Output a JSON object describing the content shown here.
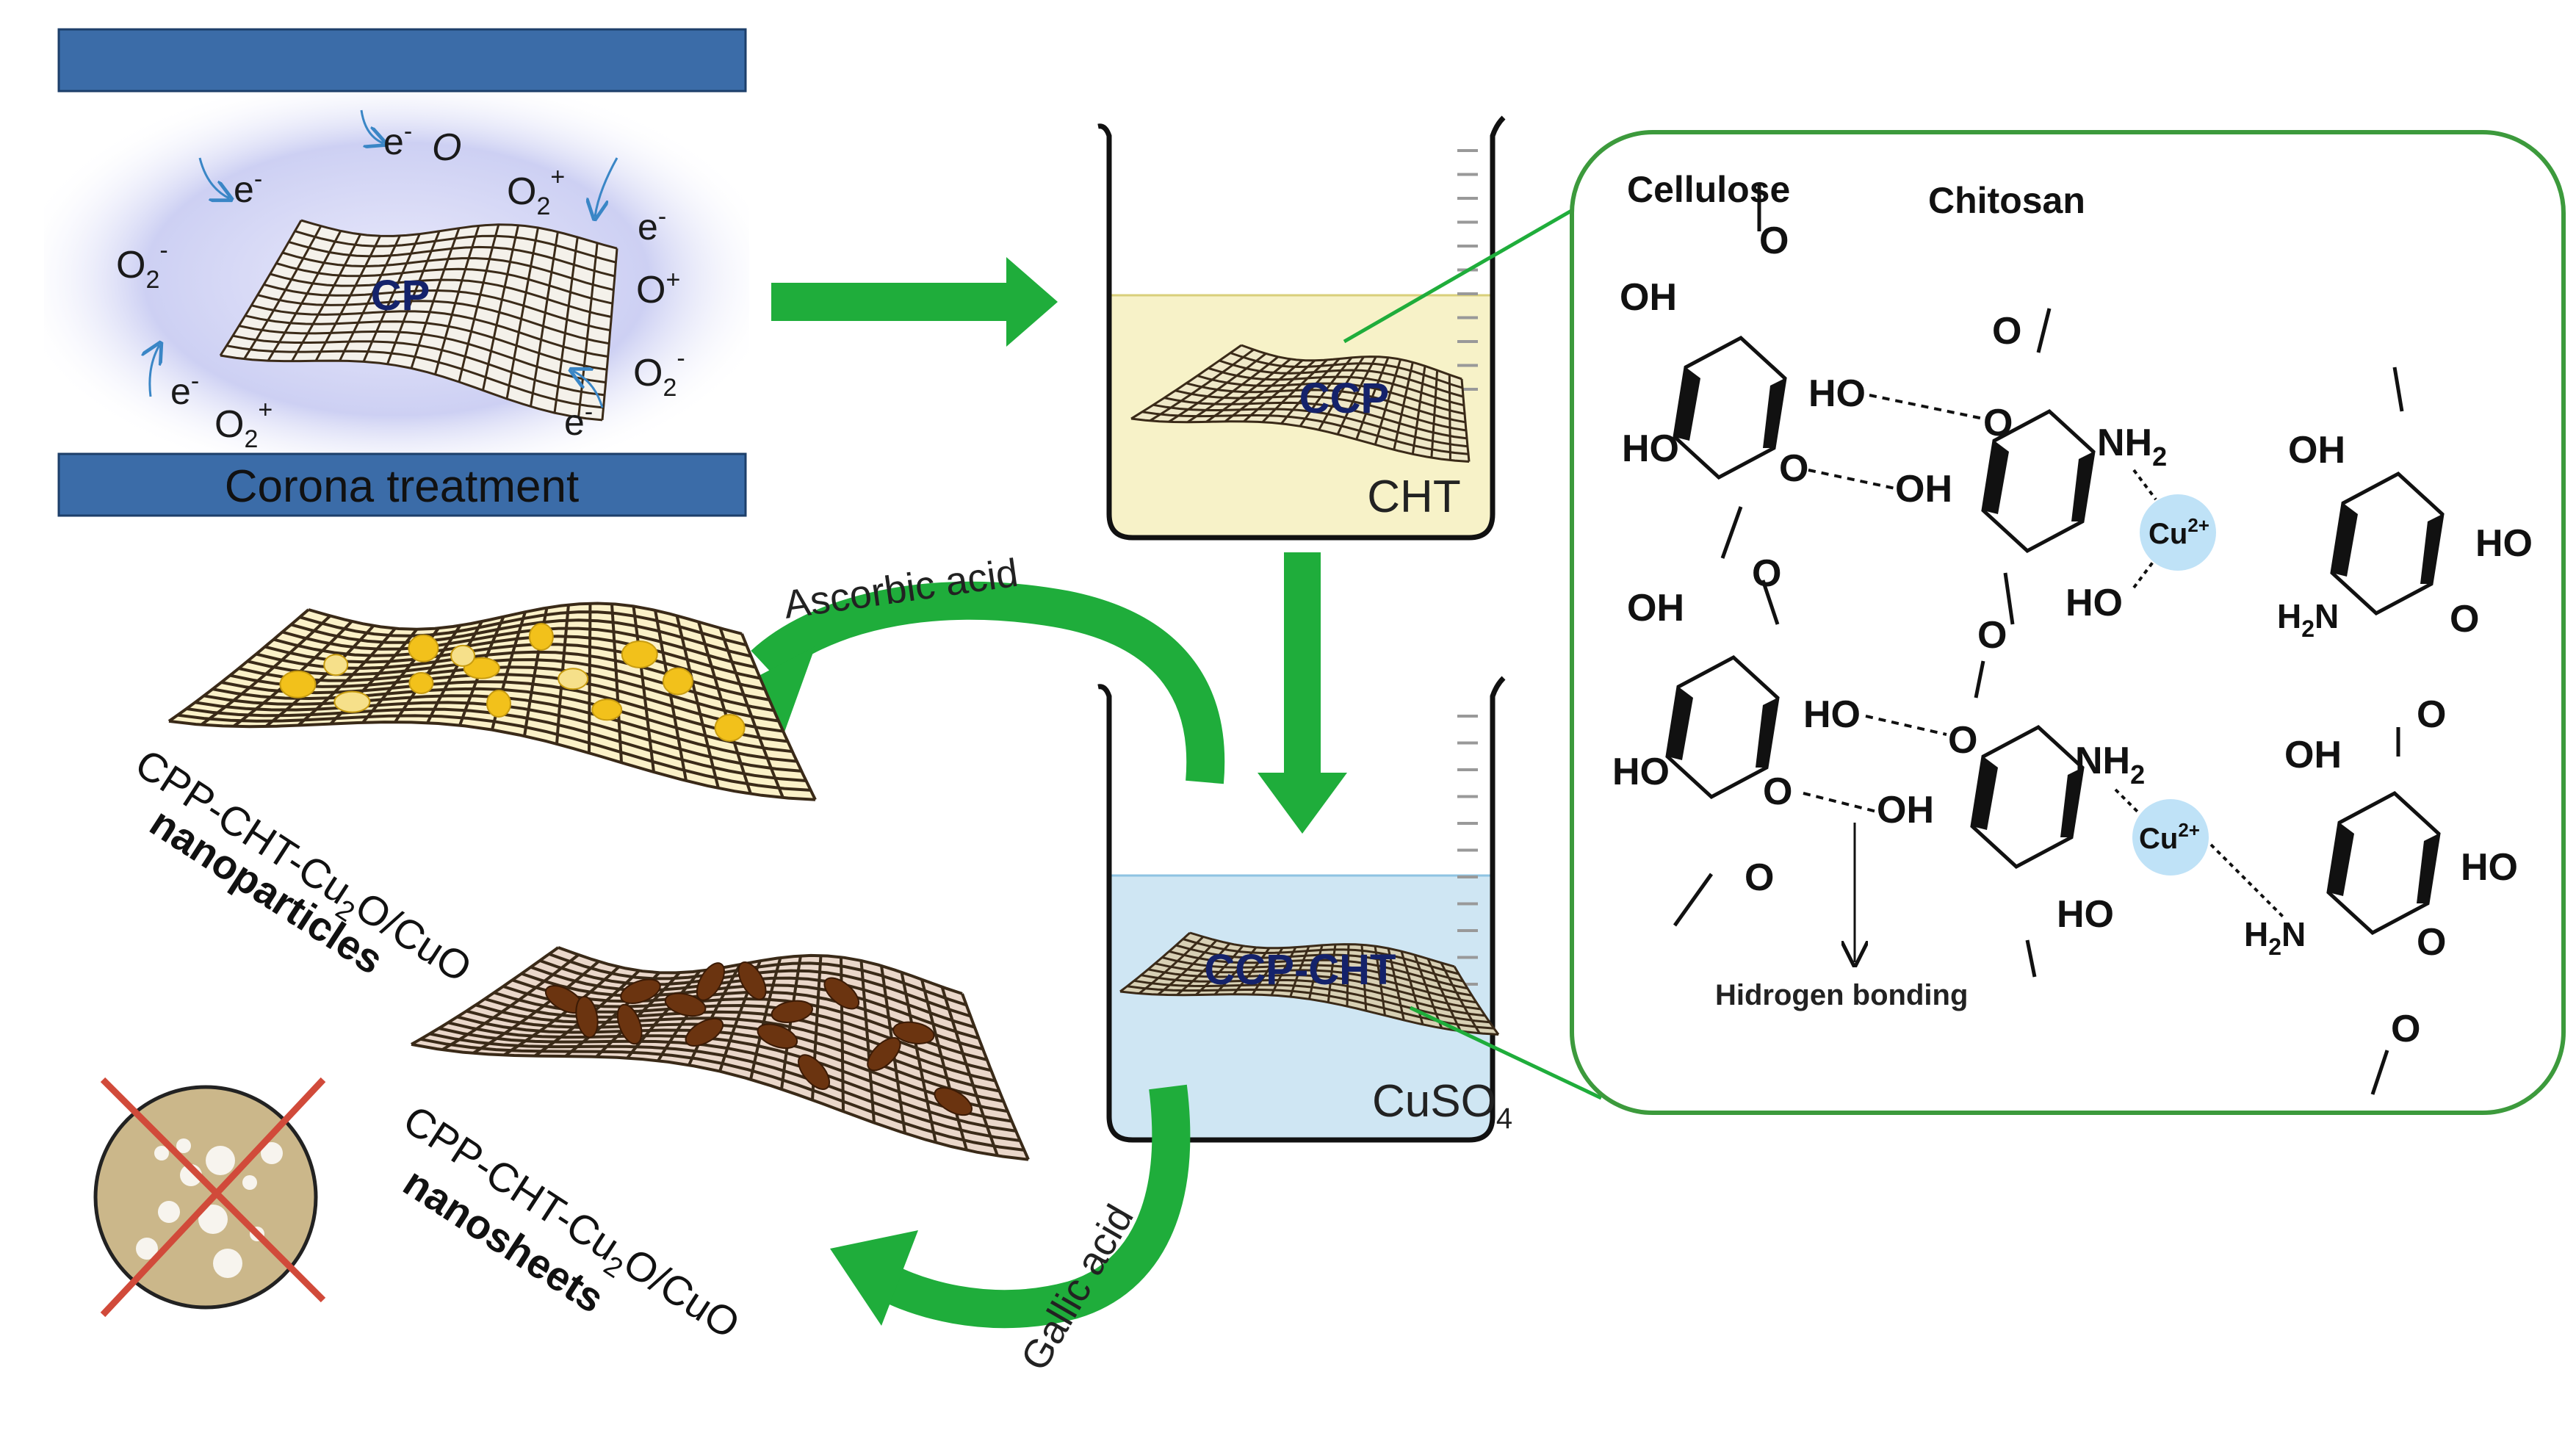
{
  "corona": {
    "label": "Corona treatment",
    "center_label": "CP",
    "species": {
      "e1": "e",
      "e1_sup": "-",
      "e2": "e",
      "e2_sup": "-",
      "e3": "e",
      "e3_sup": "-",
      "e4": "e",
      "e4_sup": "-",
      "e5": "e",
      "e5_sup": "-",
      "O": "O",
      "O2plus_a": "O",
      "O2plus_a_sub": "2",
      "O2plus_a_sup": "+",
      "O2plus_b": "O",
      "O2plus_b_sub": "2",
      "O2plus_b_sup": "+",
      "O2minus_a": "O",
      "O2minus_a_sub": "2",
      "O2minus_a_sup": "-",
      "O2minus_b": "O",
      "O2minus_b_sub": "2",
      "O2minus_b_sup": "-",
      "Oplus": "O",
      "Oplus_sup": "+"
    }
  },
  "beaker1": {
    "fabric_label": "CCP",
    "solution_label": "CHT",
    "fill_color": "#f7f2c8"
  },
  "beaker2": {
    "fabric_label": "CCP-CHT",
    "solution_label": "CuSO",
    "solution_sub": "4",
    "fill_color": "#cfe6f3"
  },
  "arrows": {
    "ascorbic": "Ascorbic acid",
    "gallic": "Gallic acid",
    "color": "#1fad3b"
  },
  "products": {
    "top": {
      "line1": "CPP-CHT-Cu",
      "line1_sub": "2",
      "line1_end": "O/CuO",
      "line2": "nanoparticles"
    },
    "bottom": {
      "line1": "CPP-CHT-Cu",
      "line1_sub": "2",
      "line1_end": "O/CuO",
      "line2": "nanosheets"
    }
  },
  "structure": {
    "cellulose": "Cellulose",
    "chitosan": "Chitosan",
    "hbond_label": "Hidrogen bonding",
    "atoms": {
      "O": "O",
      "OH": "OH",
      "HO": "HO",
      "NH": "NH",
      "NH_sub": "2",
      "H": "H",
      "N": "N",
      "H2_sub": "2",
      "Cu": "Cu",
      "Cu_sup": "2+"
    }
  },
  "colors": {
    "plate": "#3b6ca8",
    "green": "#1fad3b",
    "panel_border": "#3c9a3c",
    "cu_ion": "#bfe2f7",
    "yellow_particle": "#f2c11b",
    "brown_sheet": "#6b3410",
    "petri_x": "#d14a3a"
  }
}
